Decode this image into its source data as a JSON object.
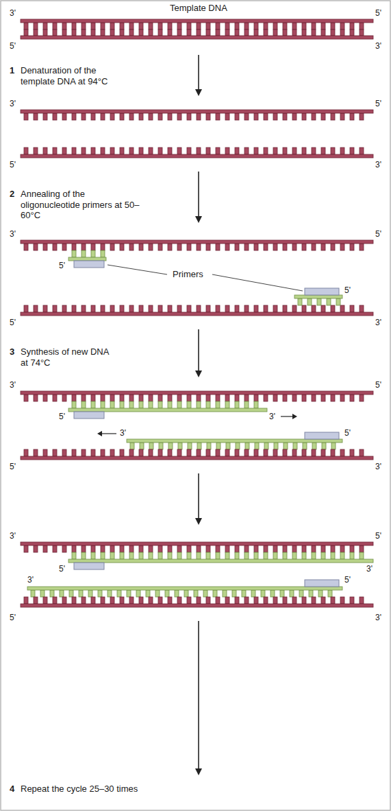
{
  "diagram": {
    "labels": [
      "Template DNA",
      "3'",
      "5'",
      "5'",
      "3'",
      "1",
      "Denaturation of the template DNA at 94°C",
      "3'",
      "5'",
      "5'",
      "3'",
      "2",
      "Annealing of the oligonucleotide primers at 50–60°C",
      "3'",
      "5'",
      "5'",
      "Primers",
      "5'",
      "5'",
      "3'",
      "3",
      "Synthesis of new DNA at 74°C",
      "3'",
      "5'",
      "5'",
      "3'",
      "3'",
      "5'",
      "5'",
      "3'",
      "3'",
      "5'",
      "5'",
      "3'",
      "3'",
      "5'",
      "5'",
      "3'",
      "4",
      "Repeat the cycle 25–30 times"
    ]
  }
}
